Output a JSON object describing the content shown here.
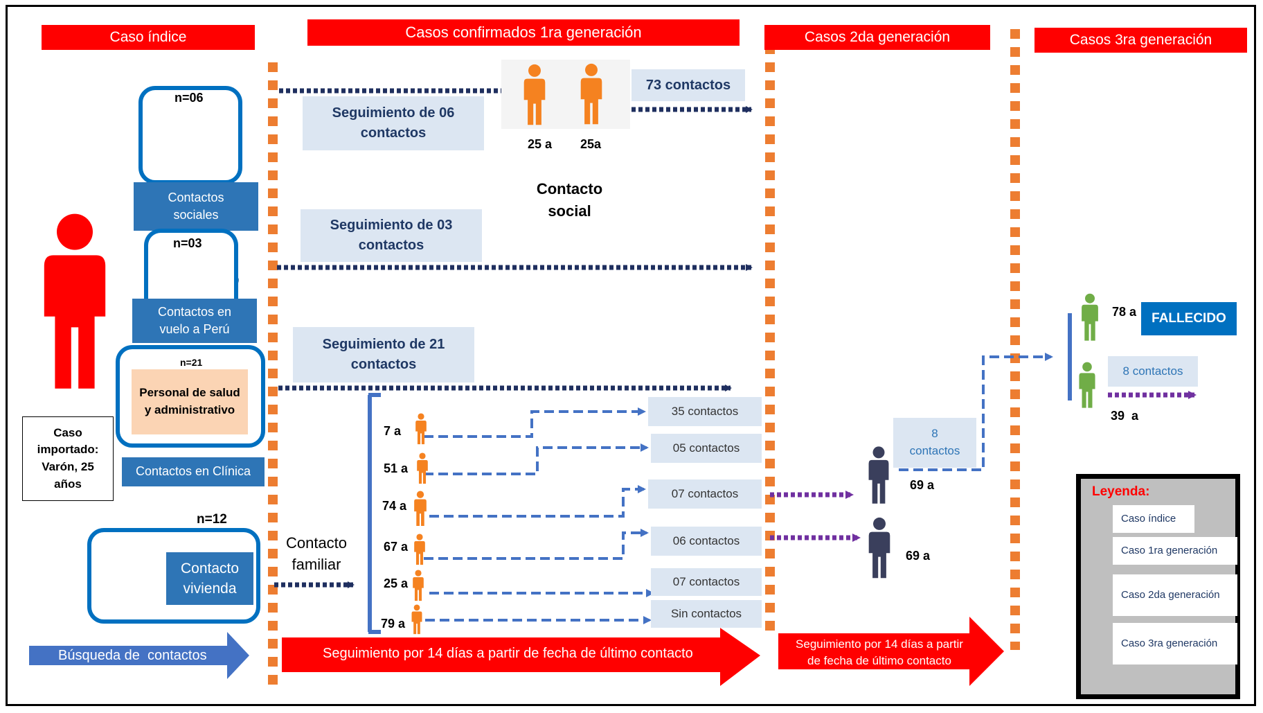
{
  "headers": {
    "indice": "Caso índice",
    "gen1": "Casos confirmados 1ra generación",
    "gen2": "Casos 2da generación",
    "gen3": "Casos 3ra generación"
  },
  "index_case": {
    "label": "Caso importado: Varón, 25 años"
  },
  "groups": {
    "social": {
      "n": "n=06",
      "label": "Contactos sociales"
    },
    "flight": {
      "n": "n=03",
      "label": "Contactos en vuelo a Perú"
    },
    "clinic": {
      "n": "n=21",
      "inner": "Personal de salud y administrativo",
      "label": "Contactos en Clínica"
    },
    "home": {
      "n": "n=12",
      "label": "Contacto vivienda"
    }
  },
  "follow_ups": {
    "social": "Seguimiento de 06 contactos",
    "flight": "Seguimiento de 03 contactos",
    "clinic": "Seguimiento de 21 contactos"
  },
  "social_contact": {
    "ages": [
      "25 a",
      "25a"
    ],
    "caption": "Contacto social",
    "contacts": "73 contactos"
  },
  "family": {
    "caption": "Contacto familiar",
    "members": [
      {
        "age": "7 a",
        "contacts": "35 contactos"
      },
      {
        "age": "51 a",
        "contacts": "05 contactos"
      },
      {
        "age": "74 a",
        "contacts": "07 contactos"
      },
      {
        "age": "67 a",
        "contacts": "06 contactos"
      },
      {
        "age": "25 a",
        "contacts": "07 contactos"
      },
      {
        "age": "79 a",
        "contacts": "Sin contactos"
      }
    ]
  },
  "gen2": {
    "cases": [
      {
        "age": "69 a"
      },
      {
        "age": "69 a"
      }
    ],
    "contacts": "8 contactos"
  },
  "gen3": {
    "cases": [
      {
        "age": "78 a",
        "status": "FALLECIDO"
      },
      {
        "age": "39  a"
      }
    ],
    "contacts": "8 contactos"
  },
  "arrows": {
    "search": "Búsqueda de  contactos",
    "follow_gen1": "Seguimiento por 14 días a partir de fecha de último contacto",
    "follow_gen2": "Seguimiento por 14 días a partir de fecha de último contacto"
  },
  "legend": {
    "title": "Leyenda:",
    "items": [
      "Caso índice",
      "Caso 1ra generación",
      "Caso 2da generación",
      "Caso 3ra generación"
    ]
  },
  "colors": {
    "index_red": "#ff0000",
    "gen1_orange": "#f58220",
    "gen2_navy": "#3a3f5c",
    "gen3_green": "#70ad47",
    "dotted_navy": "#1f2f5f",
    "dashed_blue": "#4472c4",
    "dotted_purple": "#7030a0",
    "divider_orange": "#ed7d31"
  }
}
